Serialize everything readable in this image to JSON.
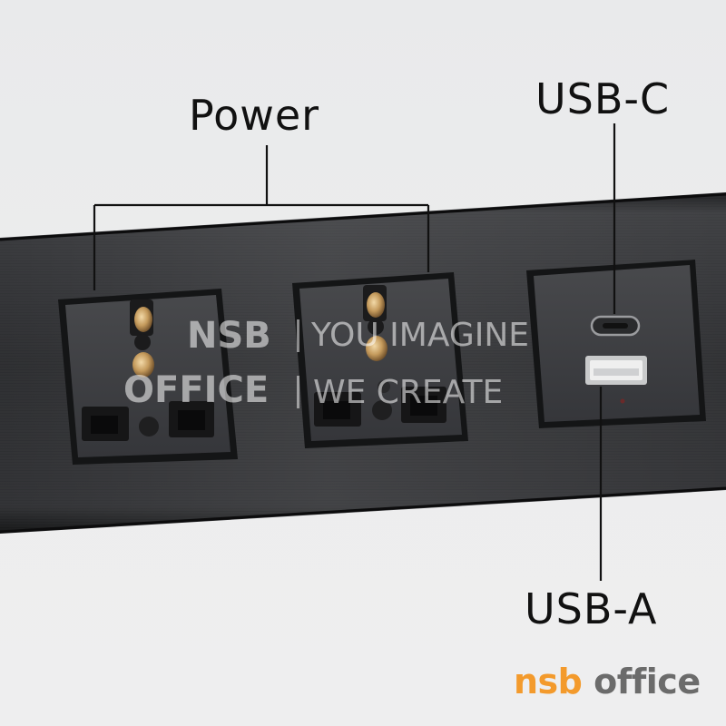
{
  "labels": {
    "power": "Power",
    "usb_c": "USB-C",
    "usb_a": "USB-A"
  },
  "watermark": {
    "line1_left": "NSB",
    "line2_left": "OFFICE",
    "line1_right": "YOU IMAGINE",
    "line2_right": "WE CREATE"
  },
  "brand": {
    "part1": "nsb",
    "part2": " office",
    "color_part1": "#f39a2c",
    "color_part2": "#6b6b6b"
  },
  "colors": {
    "background": "#ececed",
    "strip": "#2e2f31",
    "module_face": "#3b3c3f",
    "label_text": "#111111"
  },
  "objects": [
    "power-strip",
    "universal-power-socket",
    "universal-power-socket",
    "usb-charging-module"
  ]
}
